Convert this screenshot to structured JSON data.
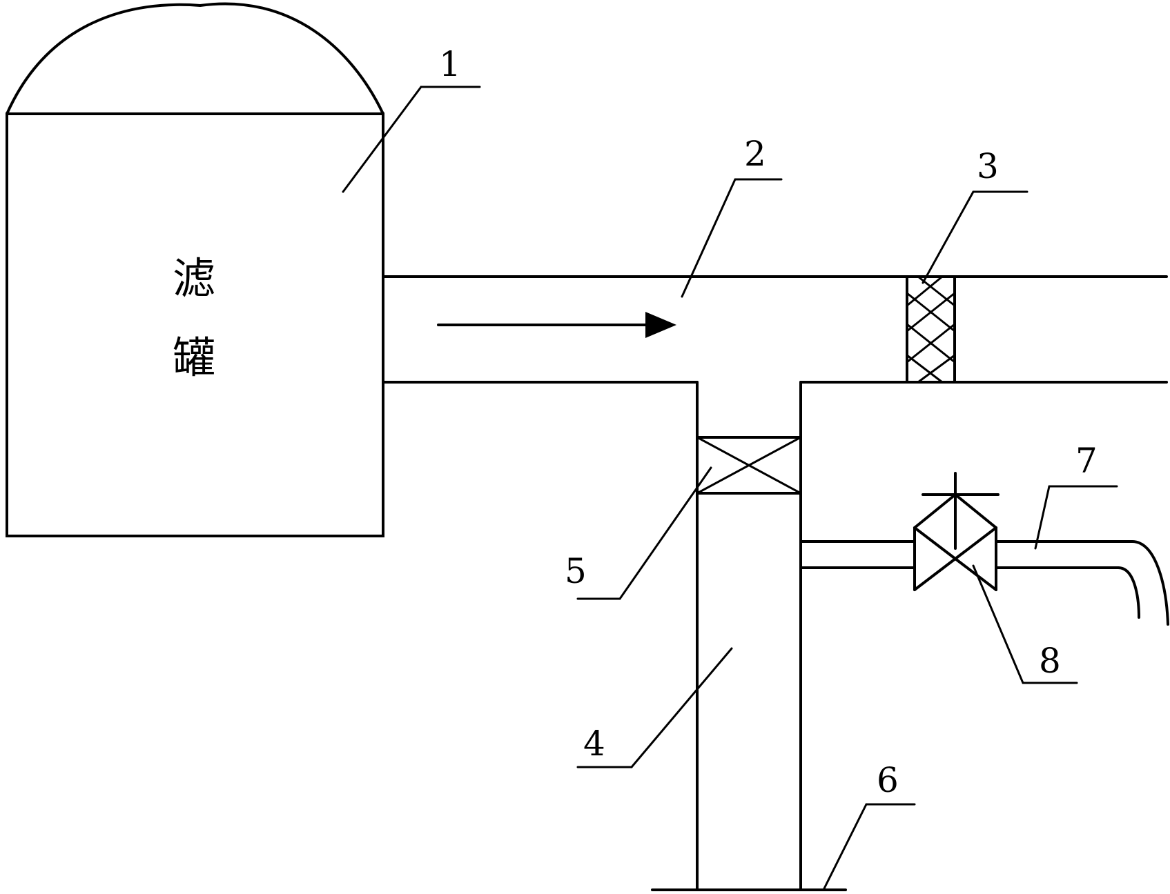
{
  "diagram": {
    "tank_label_line1": "滤",
    "tank_label_line2": "罐",
    "callouts": [
      "1",
      "2",
      "3",
      "4",
      "5",
      "6",
      "7",
      "8"
    ],
    "colors": {
      "stroke": "#000000",
      "background": "#ffffff"
    }
  }
}
